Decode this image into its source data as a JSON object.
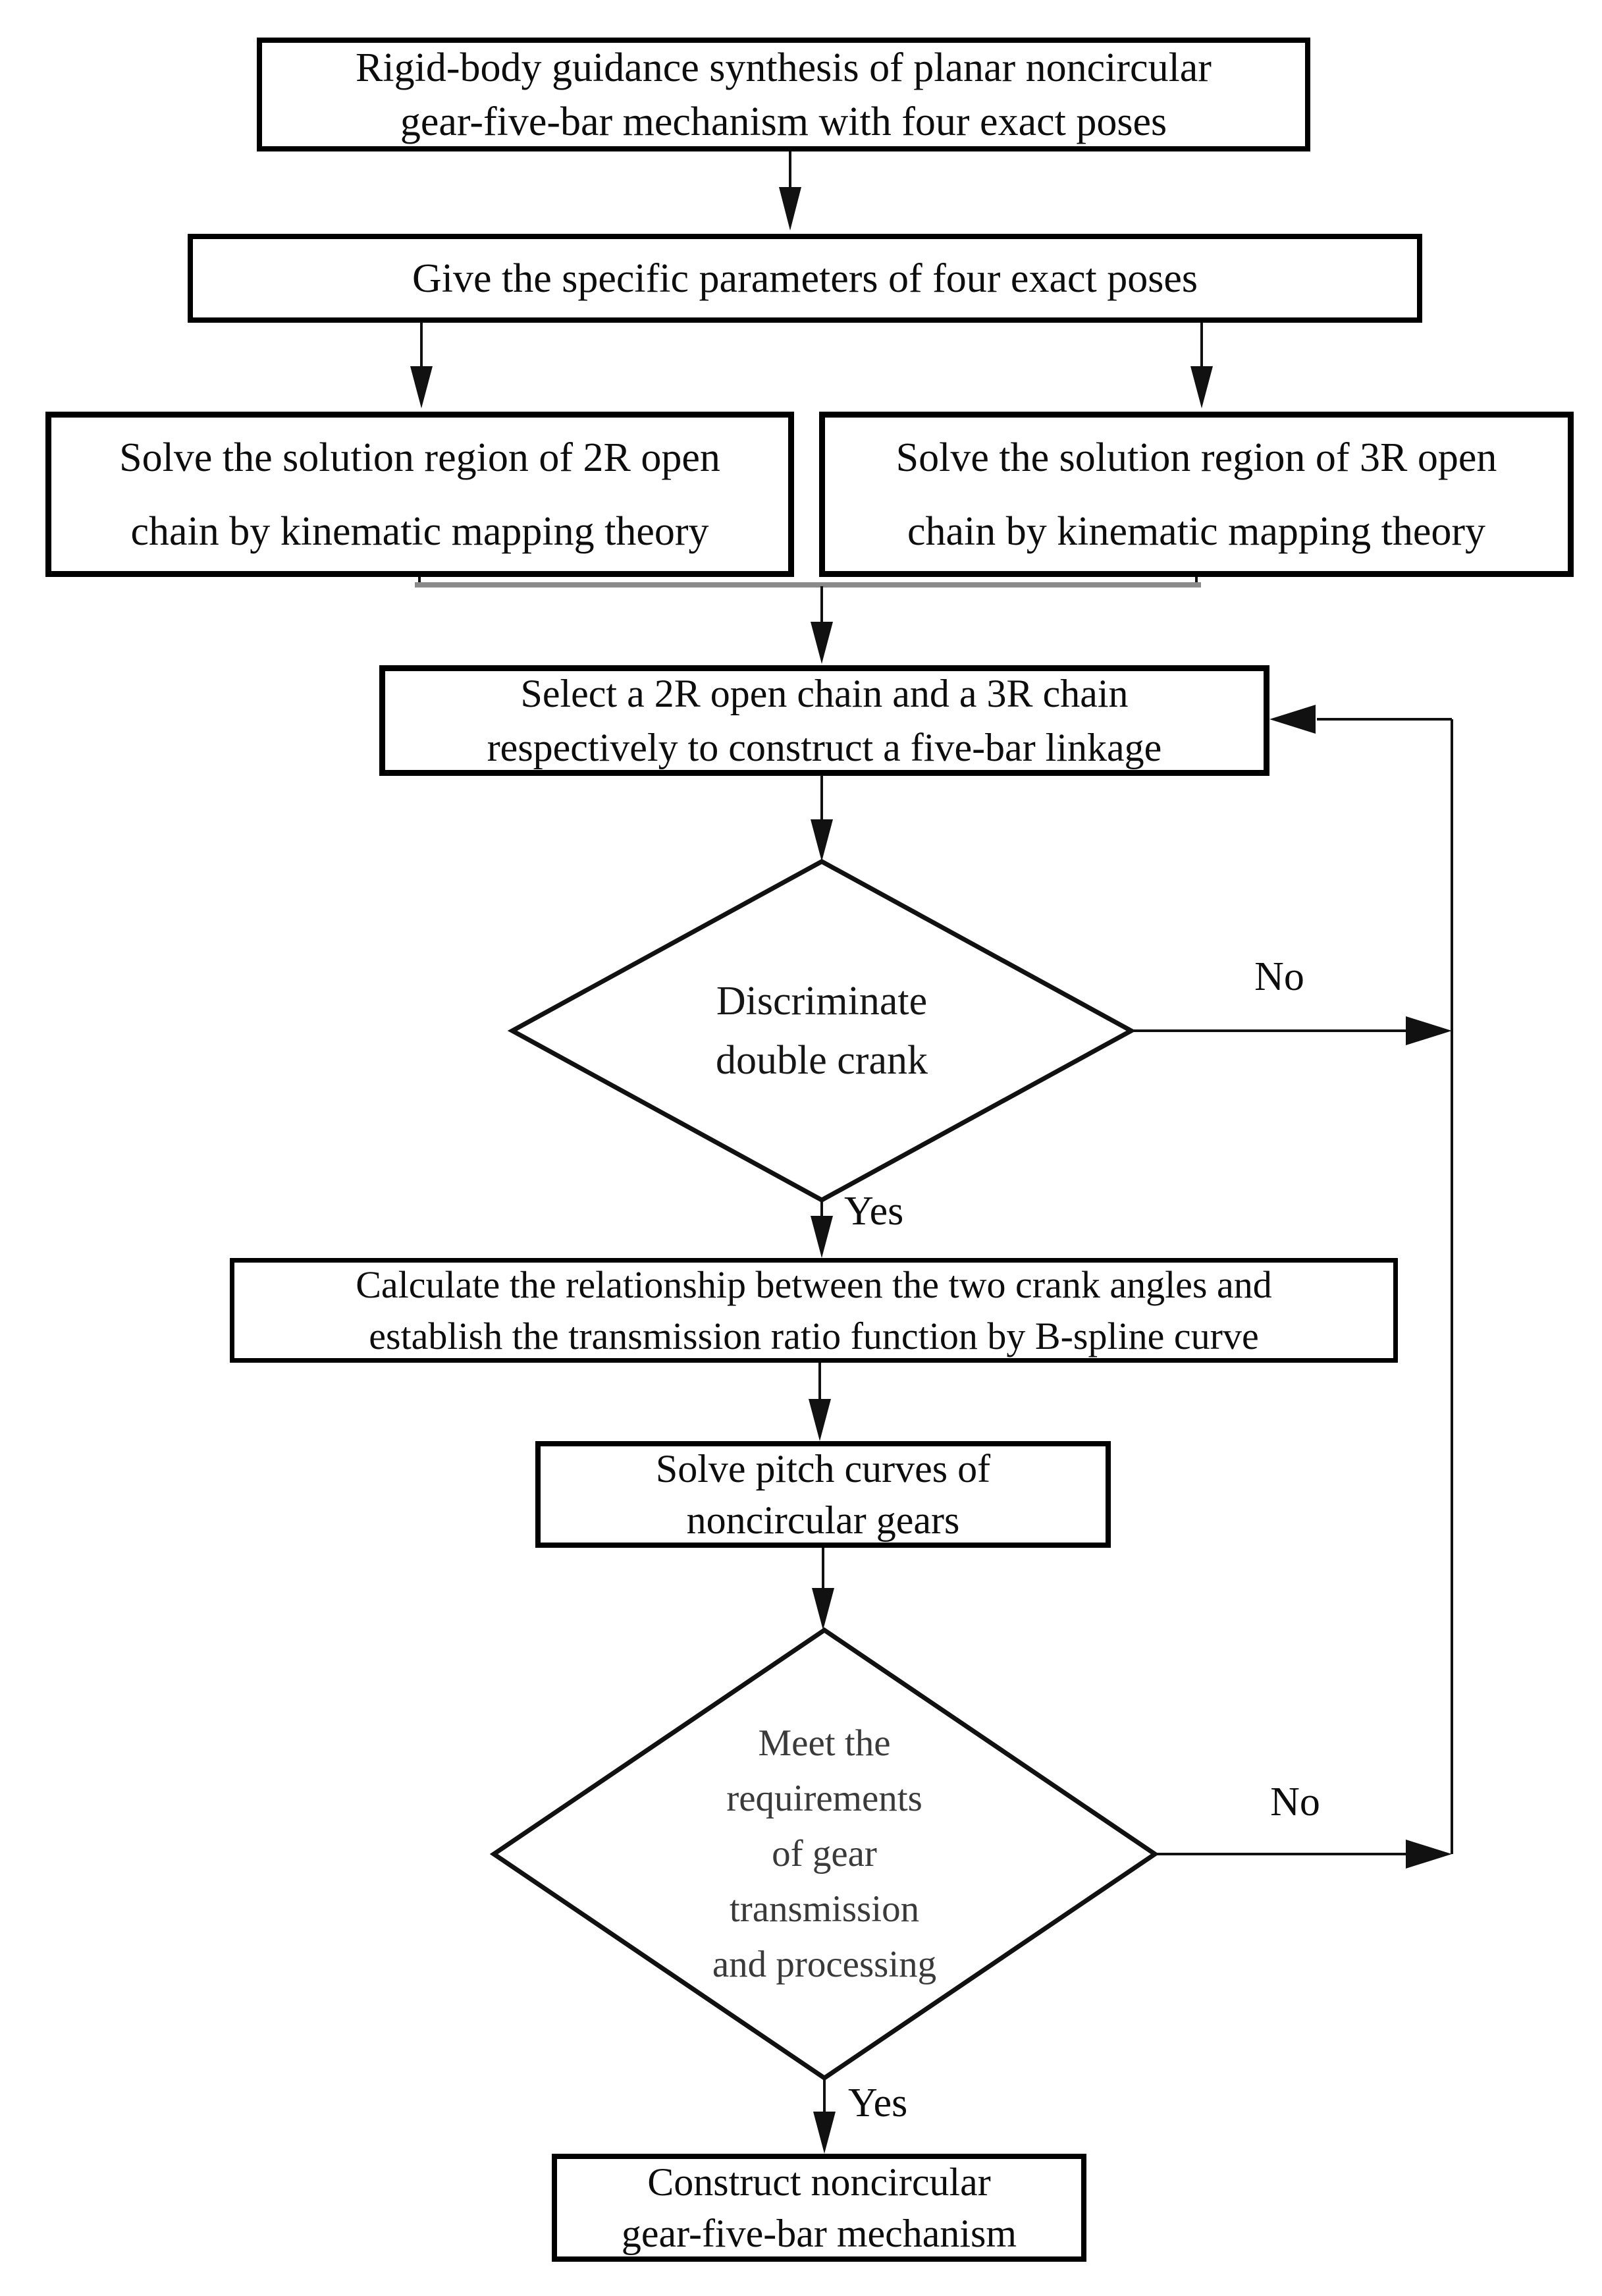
{
  "figure": {
    "kind": "flowchart",
    "background": "#ffffff",
    "line_color": "#111111",
    "border_color": "#000000",
    "gray_connector_color": "#8a8a8a"
  },
  "nodes": {
    "title": {
      "shape": "rect",
      "lines": [
        "Rigid-body guidance synthesis of planar noncircular",
        "gear-five-bar mechanism with four exact poses"
      ]
    },
    "give_params": {
      "shape": "rect",
      "lines": [
        "Give the specific parameters of four exact poses"
      ]
    },
    "solve_2r": {
      "shape": "rect",
      "lines": [
        "Solve the solution region of 2R open",
        "chain by kinematic mapping theory"
      ]
    },
    "solve_3r": {
      "shape": "rect",
      "lines": [
        "Solve the solution region of 3R open",
        "chain by kinematic mapping theory"
      ]
    },
    "select_chains": {
      "shape": "rect",
      "lines": [
        "Select a 2R open chain and a 3R chain",
        "respectively to construct a five-bar linkage"
      ]
    },
    "discriminate_double_crank": {
      "shape": "diamond",
      "lines": [
        "Discriminate",
        "double crank"
      ]
    },
    "calc_transmission_ratio": {
      "shape": "rect",
      "lines": [
        "Calculate the relationship between the two crank angles and",
        "establish the transmission ratio function by B-spline curve"
      ]
    },
    "solve_pitch_curves": {
      "shape": "rect",
      "lines": [
        "Solve pitch curves of",
        "noncircular gears"
      ]
    },
    "meet_requirements": {
      "shape": "diamond",
      "lines": [
        "Meet the",
        "requirements",
        "of gear",
        "transmission",
        "and processing"
      ]
    },
    "construct_mechanism": {
      "shape": "rect",
      "lines": [
        "Construct noncircular",
        "gear-five-bar mechanism"
      ]
    }
  },
  "edge_labels": {
    "discriminate_yes": "Yes",
    "discriminate_no": "No",
    "requirements_yes": "Yes",
    "requirements_no": "No"
  }
}
